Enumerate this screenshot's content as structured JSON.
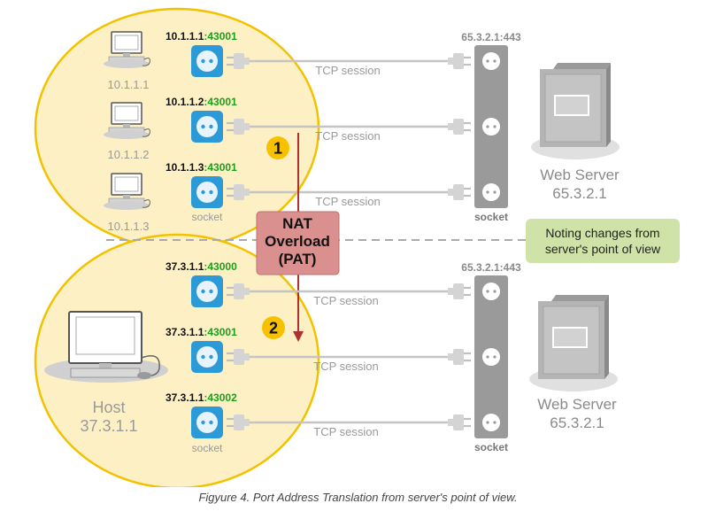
{
  "top": {
    "clients": [
      {
        "ip": "10.1.1.1",
        "port": ":43001",
        "label": "10.1.1.1",
        "session": "TCP session"
      },
      {
        "ip": "10.1.1.2",
        "port": ":43001",
        "label": "10.1.1.2",
        "session": "TCP session"
      },
      {
        "ip": "10.1.1.3",
        "port": ":43001",
        "label": "10.1.1.3",
        "session": "TCP session",
        "socket_label": "socket"
      }
    ],
    "server_address": "65.3.2.1:443",
    "server_socket_label": "socket",
    "web_server_name": "Web Server",
    "web_server_ip": "65.3.2.1"
  },
  "nat": {
    "line1": "NAT",
    "line2": "Overload",
    "line3": "(PAT)"
  },
  "steps": [
    "1",
    "2"
  ],
  "note": {
    "line1": "Noting changes from",
    "line2": "server's point of view"
  },
  "bottom": {
    "host_name": "Host",
    "host_ip": "37.3.1.1",
    "sockets": [
      {
        "ip": "37.3.1.1",
        "port": ":43000",
        "session": "TCP session"
      },
      {
        "ip": "37.3.1.1",
        "port": ":43001",
        "session": "TCP session"
      },
      {
        "ip": "37.3.1.1",
        "port": ":43002",
        "session": "TCP session",
        "socket_label": "socket"
      }
    ],
    "server_address": "65.3.2.1:443",
    "server_socket_label": "socket",
    "web_server_name": "Web Server",
    "web_server_ip": "65.3.2.1"
  },
  "caption": "Figyure 4. Port Address Translation from server's point of view.",
  "colors": {
    "ellipse_fill": "#fdf0c4",
    "ellipse_stroke": "#f2c200",
    "socket_blue": "#2d9ad8",
    "nat_fill": "#d9908f",
    "arrow": "#b03030",
    "note_fill": "#cfe3a8",
    "badge": "#f7c100",
    "port_green": "#1aa01a"
  }
}
